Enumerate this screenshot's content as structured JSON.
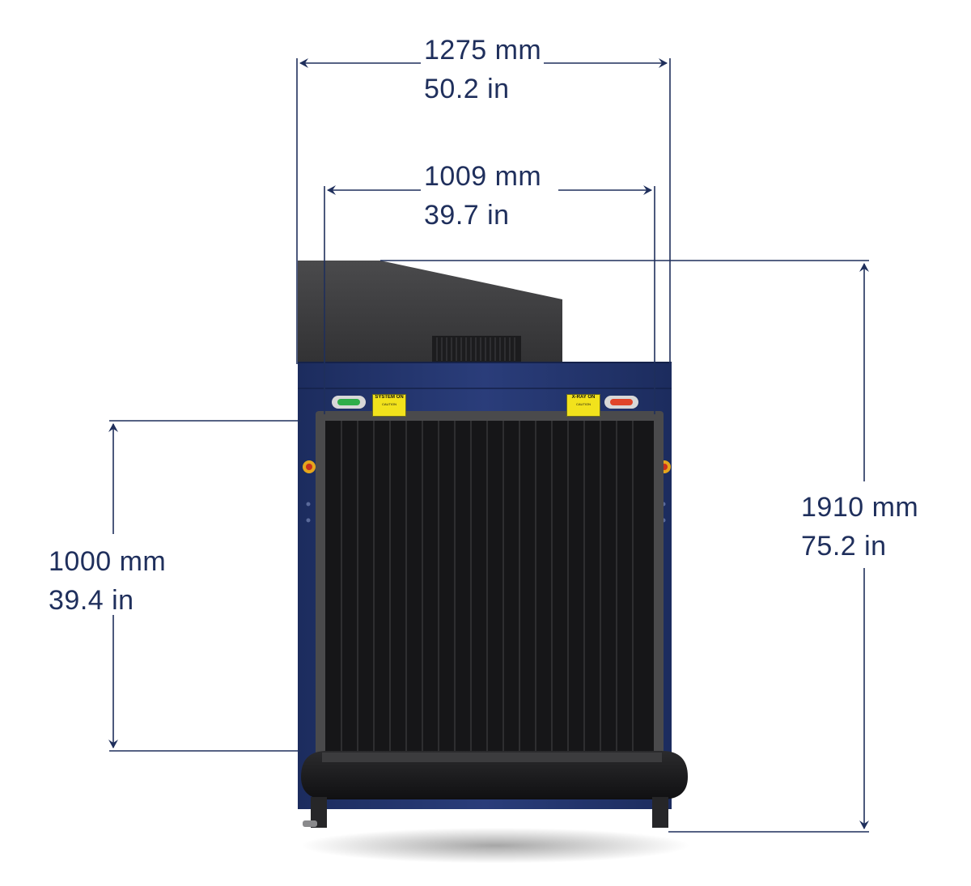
{
  "dimensions": {
    "overall_width": {
      "mm": "1275 mm",
      "in": "50.2 in"
    },
    "tunnel_width": {
      "mm": "1009 mm",
      "in": "39.7 in"
    },
    "tunnel_height": {
      "mm": "1000 mm",
      "in": "39.4 in"
    },
    "overall_height": {
      "mm": "1910 mm",
      "in": "75.2 in"
    }
  },
  "machine": {
    "system_on_label": "SYSTEM ON",
    "system_on_caution": "CAUTION",
    "xray_on_label": "X-RAY ON",
    "xray_on_caution": "CAUTION"
  },
  "colors": {
    "dimension_line": "#1f2f5c",
    "cabinet_blue": "#22346e",
    "hood_gray": "#3a3a3c",
    "curtain_black": "#1a1a1a",
    "indicator_green": "#2fae4a",
    "indicator_red": "#e0452a",
    "placard_yellow": "#f2e21c"
  }
}
